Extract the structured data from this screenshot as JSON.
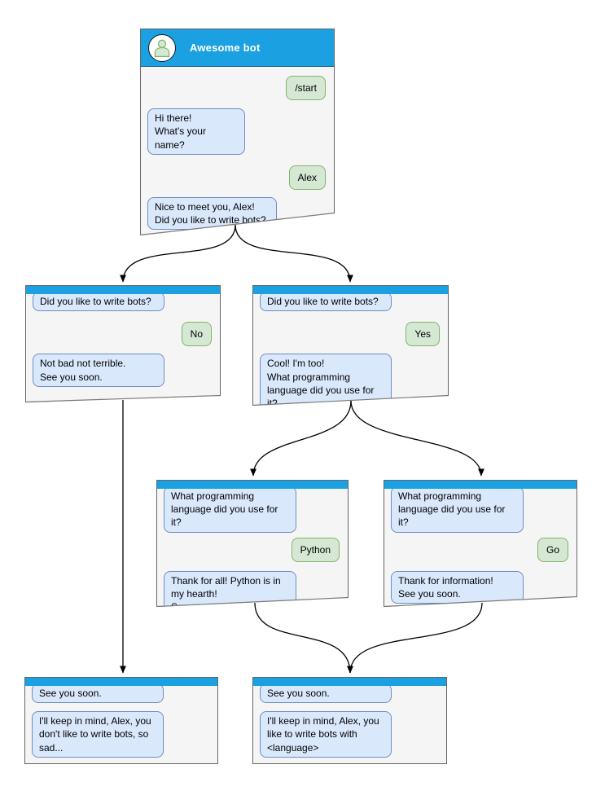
{
  "colors": {
    "header_blue": "#1ba1e2",
    "window_fill": "#f5f5f5",
    "window_stroke": "#666666",
    "bot_fill": "#dae8fc",
    "bot_stroke": "#6c8ebf",
    "user_fill": "#d5e8d4",
    "user_stroke": "#82b366",
    "connector": "#000000"
  },
  "main_window": {
    "title": "Awesome bot",
    "messages": {
      "start": "/start",
      "greet": "Hi there!\nWhat's your name?",
      "name": "Alex",
      "ask_bots": "Nice to meet you, Alex!\nDid you like to write bots?"
    }
  },
  "no_window": {
    "messages": {
      "quote": "Did you like to write bots?",
      "answer": "No",
      "reply": "Not bad not terrible.\nSee you soon."
    }
  },
  "yes_window": {
    "messages": {
      "quote": "Did you like to write bots?",
      "answer": "Yes",
      "reply": "Cool! I'm too!\nWhat programming\nlanguage did you use for it?"
    }
  },
  "python_window": {
    "messages": {
      "quote": "What programming\nlanguage did you use for it?",
      "answer": "Python",
      "reply": "Thank for all! Python is in\nmy hearth!\nSee you soon."
    }
  },
  "go_window": {
    "messages": {
      "quote": "What programming\nlanguage did you use for it?",
      "answer": "Go",
      "reply": "Thank for information!\nSee you soon."
    }
  },
  "final_no_window": {
    "messages": {
      "quote": "See you soon.",
      "reply": "I'll keep in mind, Alex, you\ndon't like to write bots, so\nsad..."
    }
  },
  "final_yes_window": {
    "messages": {
      "quote": "See you soon.",
      "reply": "I'll keep in mind, Alex, you\nlike to write bots with\n<language>"
    }
  }
}
